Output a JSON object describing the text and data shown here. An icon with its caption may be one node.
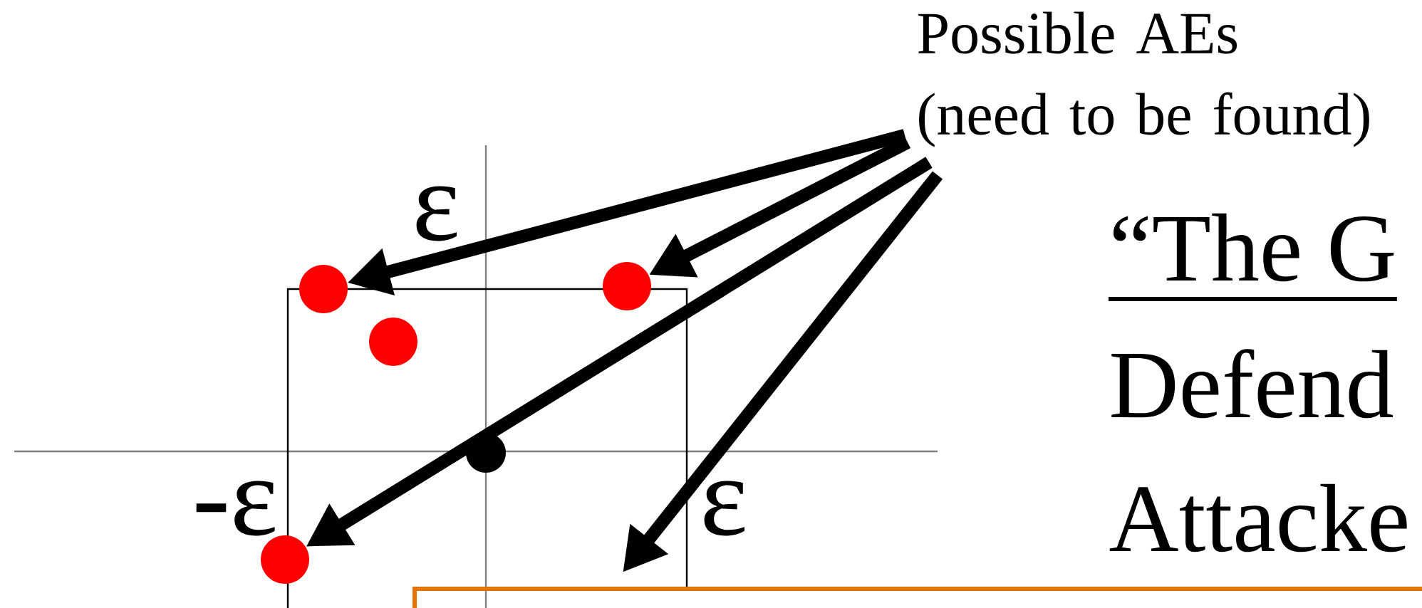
{
  "diagram": {
    "nodes": [
      {
        "text": [
          "Possible AEs (need to be found)"
        ]
      },
      {
        "text": [],
        "shape": "circle"
      },
      {
        "text": [],
        "shape": "circle"
      },
      {
        "text": [],
        "shape": "circle"
      },
      {
        "text": [],
        "shape": "circle"
      }
    ],
    "edges": [
      {
        "from": 0,
        "to": 1,
        "arrow": "to"
      },
      {
        "from": 0,
        "to": 2,
        "arrow": "to"
      },
      {
        "from": 0,
        "to": 4,
        "arrow": "to"
      },
      {
        "from": 0,
        "to": null,
        "arrow": "to"
      }
    ],
    "labels": [
      "ε",
      "-ε",
      "ε",
      "“The G",
      "Defend",
      "Attacke"
    ]
  }
}
